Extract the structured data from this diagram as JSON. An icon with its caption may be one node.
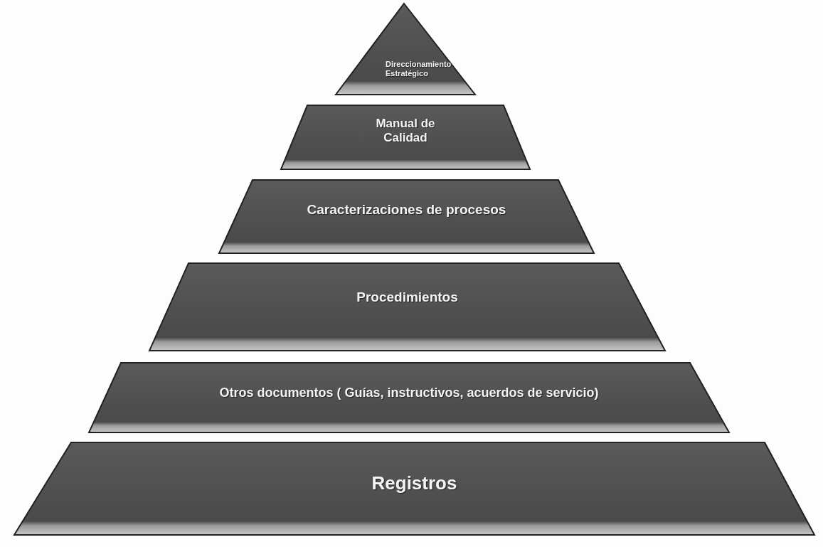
{
  "diagram": {
    "nodes": [
      {
        "text": [
          "Direccionamiento Estratégico"
        ]
      },
      {
        "text": [
          "Manual de Calidad"
        ]
      },
      {
        "text": [
          "Caracterizaciones de procesos"
        ]
      },
      {
        "text": [
          "Procedimientos"
        ]
      },
      {
        "text": [
          "Otros documentos ( Guías, instructivos, acuerdos de servicio)"
        ]
      },
      {
        "text": [
          "Registros"
        ]
      }
    ]
  }
}
